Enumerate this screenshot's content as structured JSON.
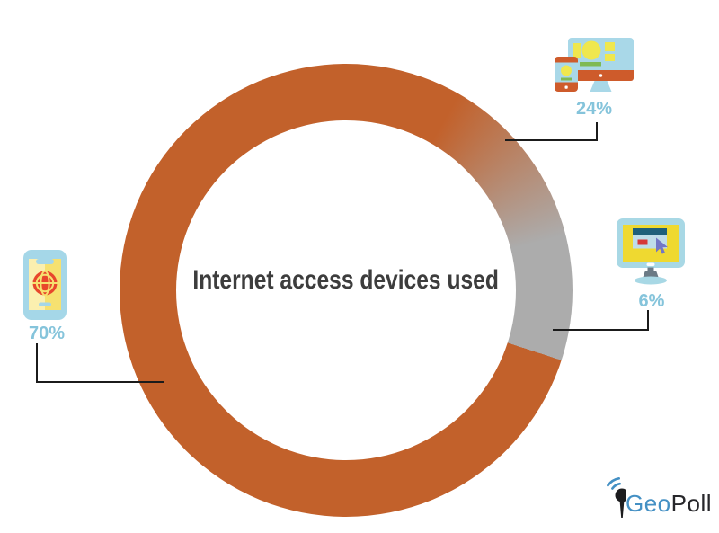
{
  "chart_data": {
    "type": "pie",
    "variant": "donut",
    "title": "Internet access devices used",
    "categories": [
      "Mobile phone",
      "Computer and mobile phone",
      "Desktop computer"
    ],
    "values": [
      70,
      24,
      6
    ],
    "unit": "%",
    "labels": [
      "70%",
      "24%",
      "6%"
    ],
    "segment_colors": [
      "#C2612B",
      "#ACACAC",
      "#ACACAC"
    ],
    "start_angle_deg": 0,
    "direction": "clockwise",
    "legend_position": "icon callouts around ring",
    "notes": "gray segment (24%+6%) spans roughly 0-108 deg from 12 o'clock with a soft orange-to-gray blend at its start and a hard edge at its end",
    "icons": [
      {
        "name": "smartphone-globe-icon",
        "for": "70%"
      },
      {
        "name": "desktop-and-phone-icon",
        "for": "24%"
      },
      {
        "name": "desktop-browser-cursor-icon",
        "for": "6%"
      }
    ]
  },
  "logo": {
    "brand_blue": "Geo",
    "brand_dark": "Poll",
    "icon": "signal-pin-icon"
  },
  "colors": {
    "segment_orange": "#C2612B",
    "segment_gray": "#ACACAC",
    "pct_label_blue": "#85C4DB",
    "title_text": "#3D3D3D",
    "callout_line": "#1B1B1B",
    "logo_blue": "#4490C4",
    "logo_dark": "#27272B"
  }
}
